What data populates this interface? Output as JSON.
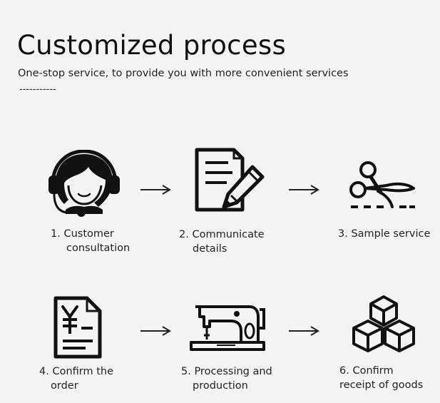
{
  "header": {
    "title": "Customized process",
    "subtitle": "One-stop service, to provide you with more convenient services",
    "dashes": "-----------"
  },
  "steps": [
    {
      "line1": "1.  Customer",
      "line2": "consultation",
      "icon": "headset-agent-icon"
    },
    {
      "line1": "2.  Communicate",
      "line2": "details",
      "icon": "document-pen-icon"
    },
    {
      "line1": "3.  Sample service",
      "line2": "",
      "icon": "scissors-cut-icon"
    },
    {
      "line1": "4. Confirm the",
      "line2": "order",
      "icon": "yen-invoice-icon"
    },
    {
      "line1": "5. Processing and",
      "line2": "production",
      "icon": "sewing-machine-icon"
    },
    {
      "line1": "6. Confirm",
      "line2": "receipt of goods",
      "icon": "boxes-icon"
    }
  ],
  "colors": {
    "icon": "#111111",
    "background": "#f4f4f4"
  }
}
